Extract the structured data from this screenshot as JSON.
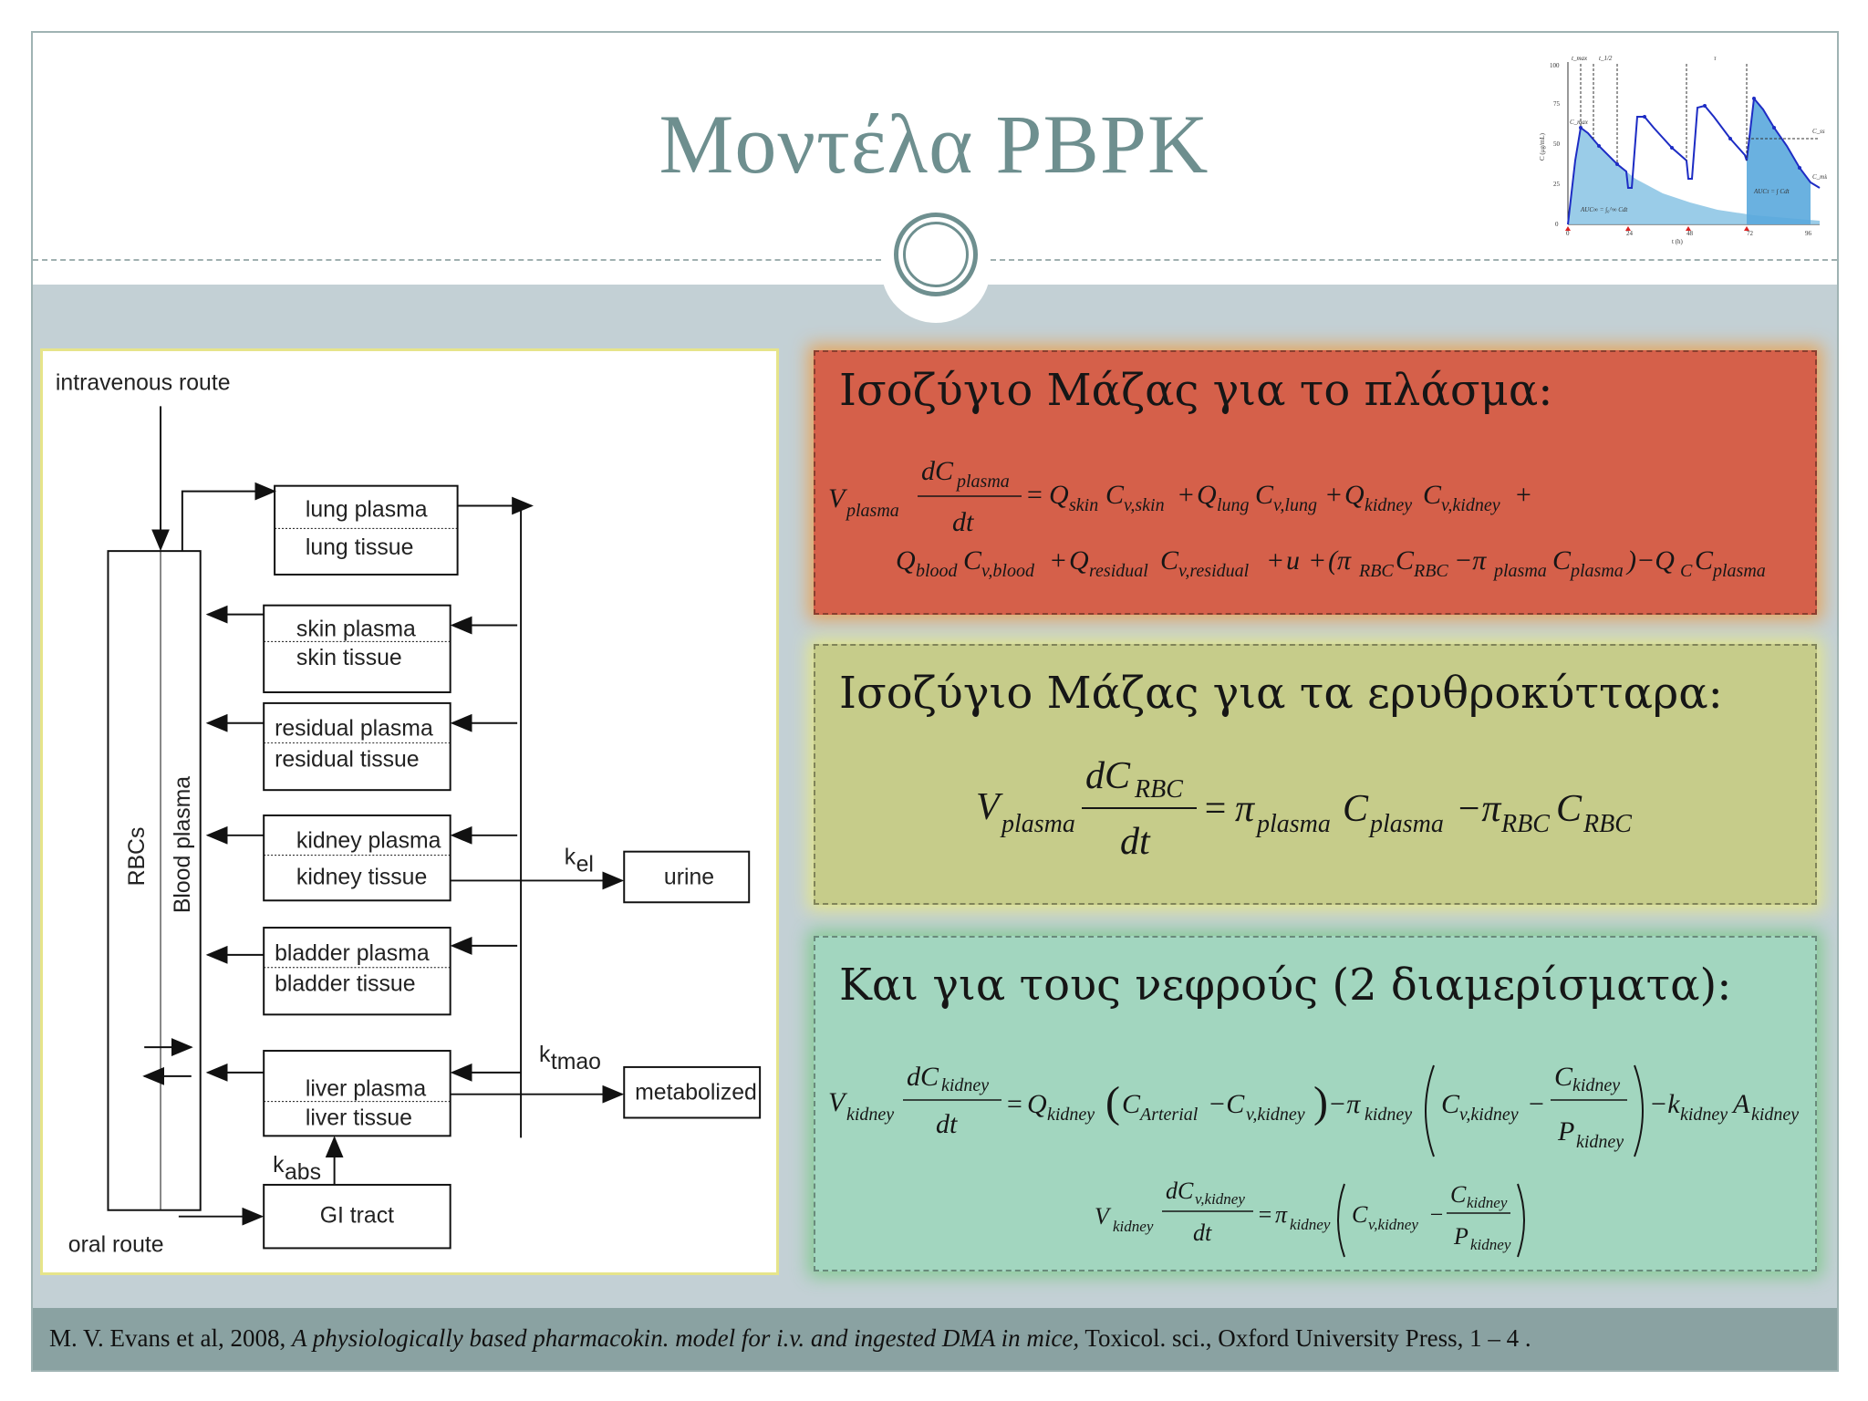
{
  "slide": {
    "title": "Μοντέλα PBPK"
  },
  "pk_plot": {
    "annotations": [
      "t_max",
      "t_1/2",
      "τ",
      "C_max",
      "C_ss",
      "C_min"
    ],
    "ylabel": "C (μg/mL)",
    "xlabel": "t (h)",
    "y_ticks": [
      "0",
      "25",
      "50",
      "75",
      "100"
    ],
    "x_ticks": [
      "0",
      "24",
      "48",
      "72",
      "96"
    ],
    "auc_inf": "AUC∞ = ∫₀^∞ Cdt",
    "auc_tau": "AUCτ = ∫ Cdt"
  },
  "diagram": {
    "intravenous_route": "intravenous route",
    "oral_route": "oral route",
    "rbcs": "RBCs",
    "blood_plasma": "Blood plasma",
    "compartments": [
      {
        "plasma": "lung plasma",
        "tissue": "lung tissue"
      },
      {
        "plasma": "skin plasma",
        "tissue": "skin tissue"
      },
      {
        "plasma": "residual plasma",
        "tissue": "residual tissue"
      },
      {
        "plasma": "kidney plasma",
        "tissue": "kidney tissue"
      },
      {
        "plasma": "bladder plasma",
        "tissue": "bladder tissue"
      },
      {
        "plasma": "liver plasma",
        "tissue": "liver tissue"
      }
    ],
    "gi_tract": "GI tract",
    "urine": "urine",
    "metabolized": "metabolized",
    "k_el": "k",
    "k_el_sub": "el",
    "k_tmao": "k",
    "k_tmao_sub": "tmao",
    "k_abs": "k",
    "k_abs_sub": "abs"
  },
  "boxes": {
    "plasma_heading": "Ισοζύγιο Μάζας για το πλάσμα:",
    "rbc_heading": "Ισοζύγιο Μάζας για τα ερυθροκύτταρα:",
    "kidney_heading": "Και για τους νεφρούς (2 διαμερίσματα):"
  },
  "footer": {
    "authors": "M. V. Evans et al, 2008, ",
    "paper_title": "A physiologically based pharmacokin. model for i.v. and ingested DMA in mice,",
    "journal": " Toxicol. sci., Oxford University Press, 1 – 4 ."
  },
  "colors": {
    "title": "#6e8f8f",
    "band": "#c3d0d5",
    "plasma_box": "#d5604a",
    "rbc_box": "#c6cc8a",
    "kidney_box": "#a2d6bf",
    "footer": "#8aa2a2"
  }
}
